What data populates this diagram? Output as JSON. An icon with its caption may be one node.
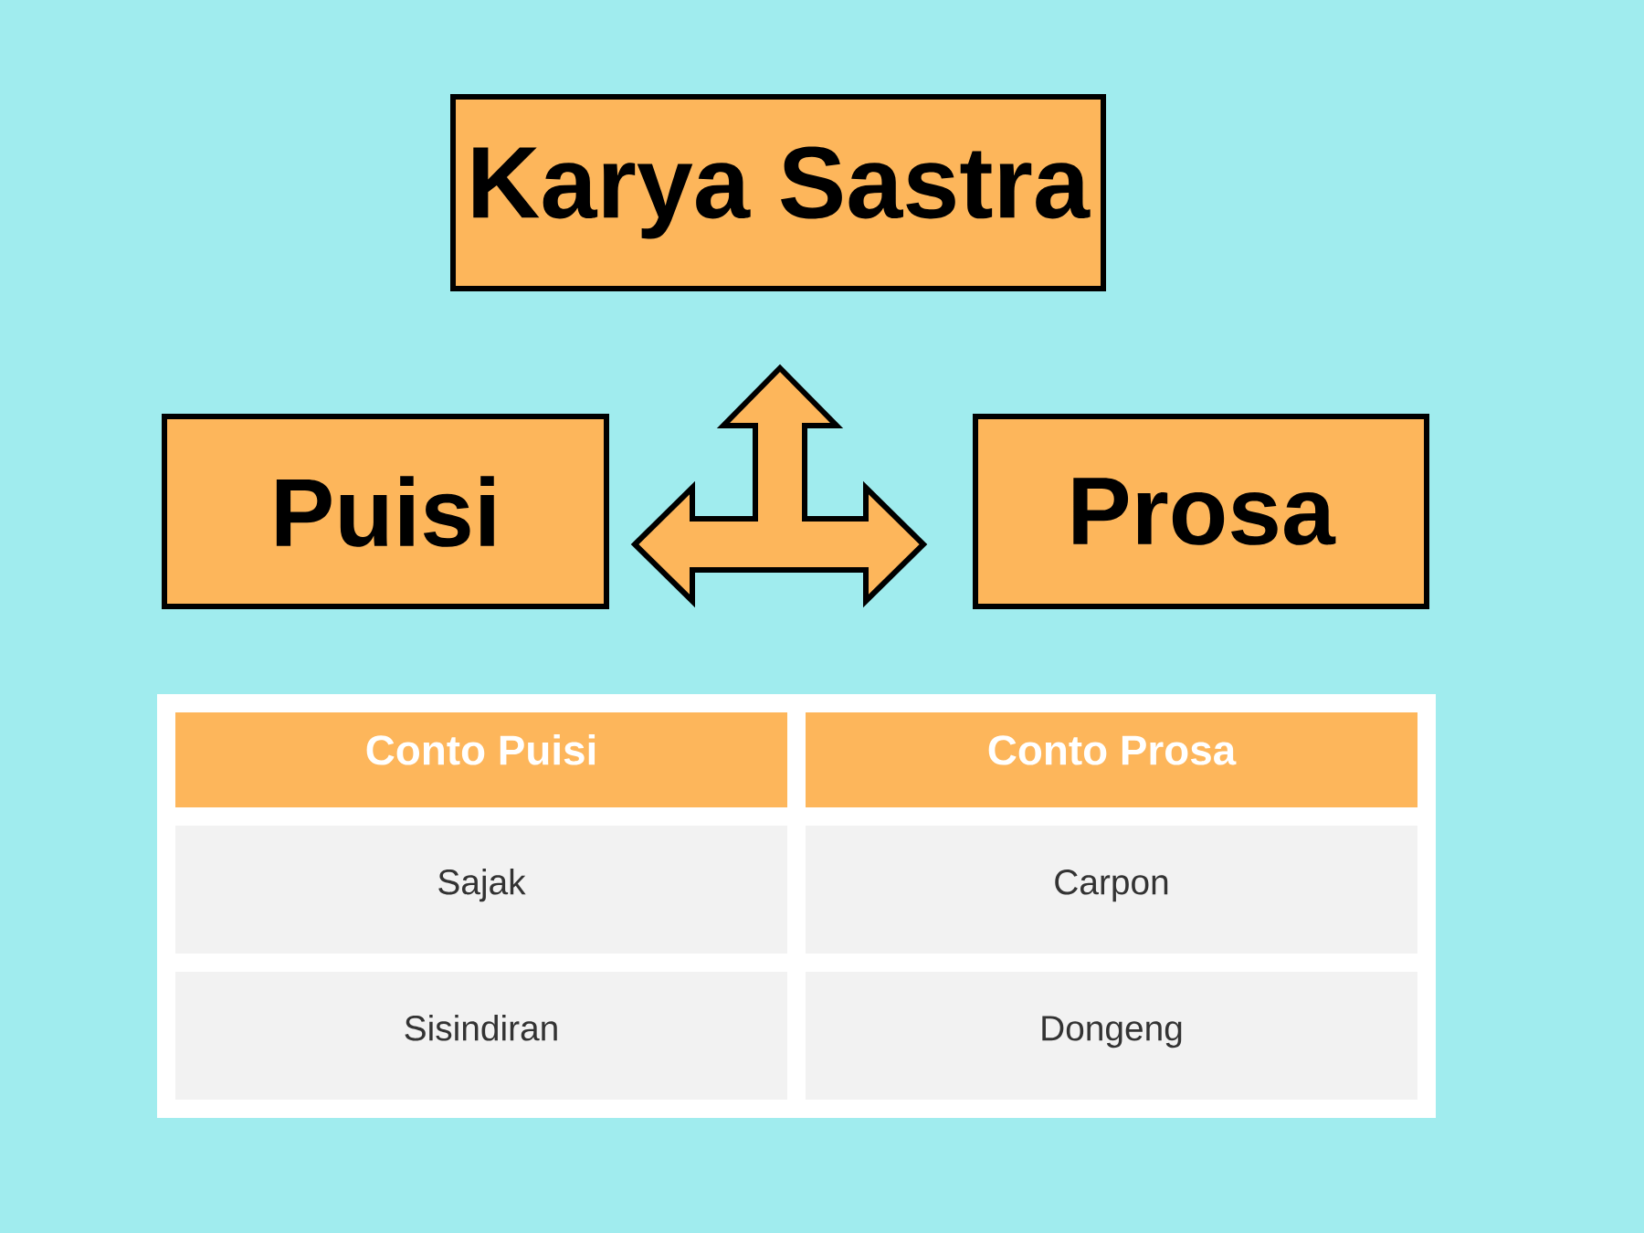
{
  "diagram": {
    "nodes": [
      {
        "text": [
          "Karya Sastra"
        ]
      },
      {
        "text": [
          "Puisi"
        ]
      },
      {
        "text": [
          "Prosa"
        ]
      }
    ],
    "edges": [
      {
        "from": 0,
        "to": 1,
        "arrow": "both"
      },
      {
        "from": 0,
        "to": 2,
        "arrow": "both"
      }
    ],
    "labels": [
      "Conto Puisi",
      "Conto Prosa",
      "Sajak",
      "Carpon",
      "Sisindiran",
      "Dongeng"
    ]
  }
}
